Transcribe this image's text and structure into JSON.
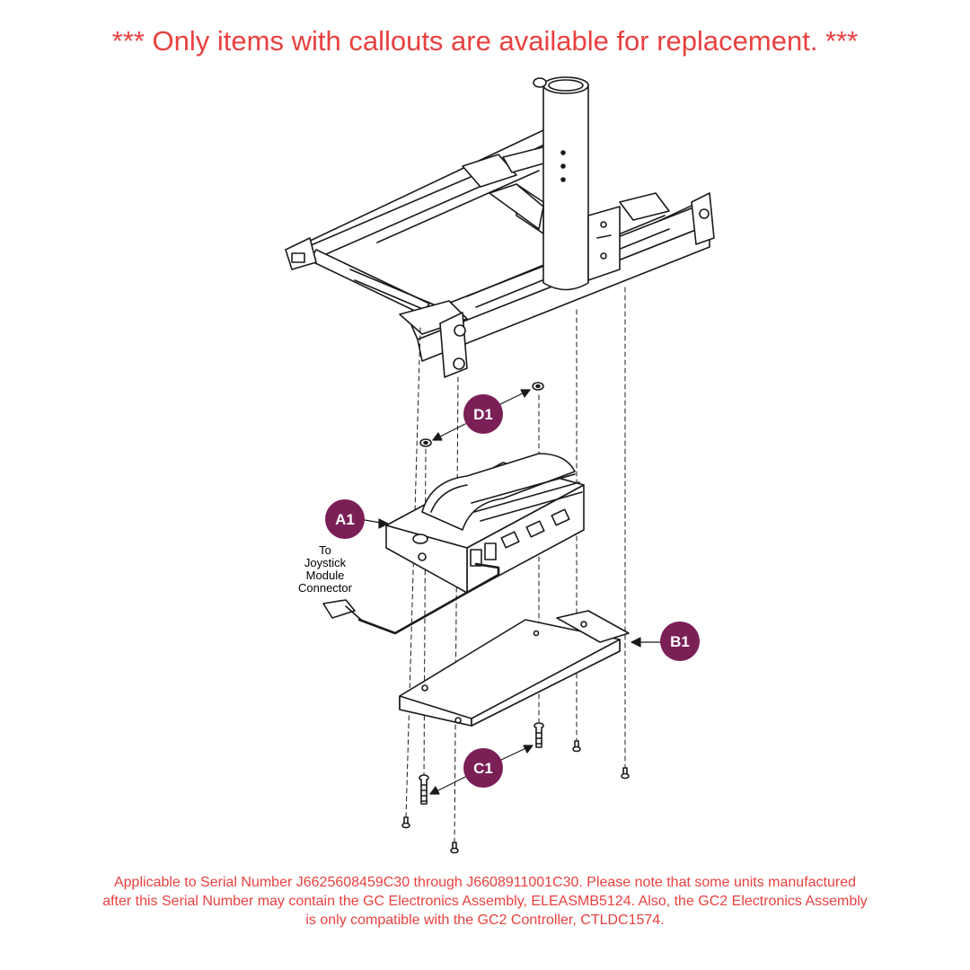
{
  "header": {
    "note": "*** Only items with callouts are available for replacement. ***"
  },
  "callouts": {
    "a1": "A1",
    "b1": "B1",
    "c1": "C1",
    "d1": "D1"
  },
  "connector_label": {
    "line1": "To",
    "line2": "Joystick",
    "line3": "Module",
    "line4": "Connector"
  },
  "footer": {
    "line1": "Applicable to Serial Number J6625608459C30 through J6608911001C30. Please note that some units manufactured",
    "line2": "after this Serial Number may contain the GC Electronics Assembly, ELEASMB5124. Also, the GC2 Electronics Assembly",
    "line3": "is only compatible with the GC2 Controller, CTLDC1574."
  },
  "colors": {
    "warning_text": "#e8413f",
    "callout_fill": "#7b1f57",
    "line_art": "#1a1a1a"
  }
}
